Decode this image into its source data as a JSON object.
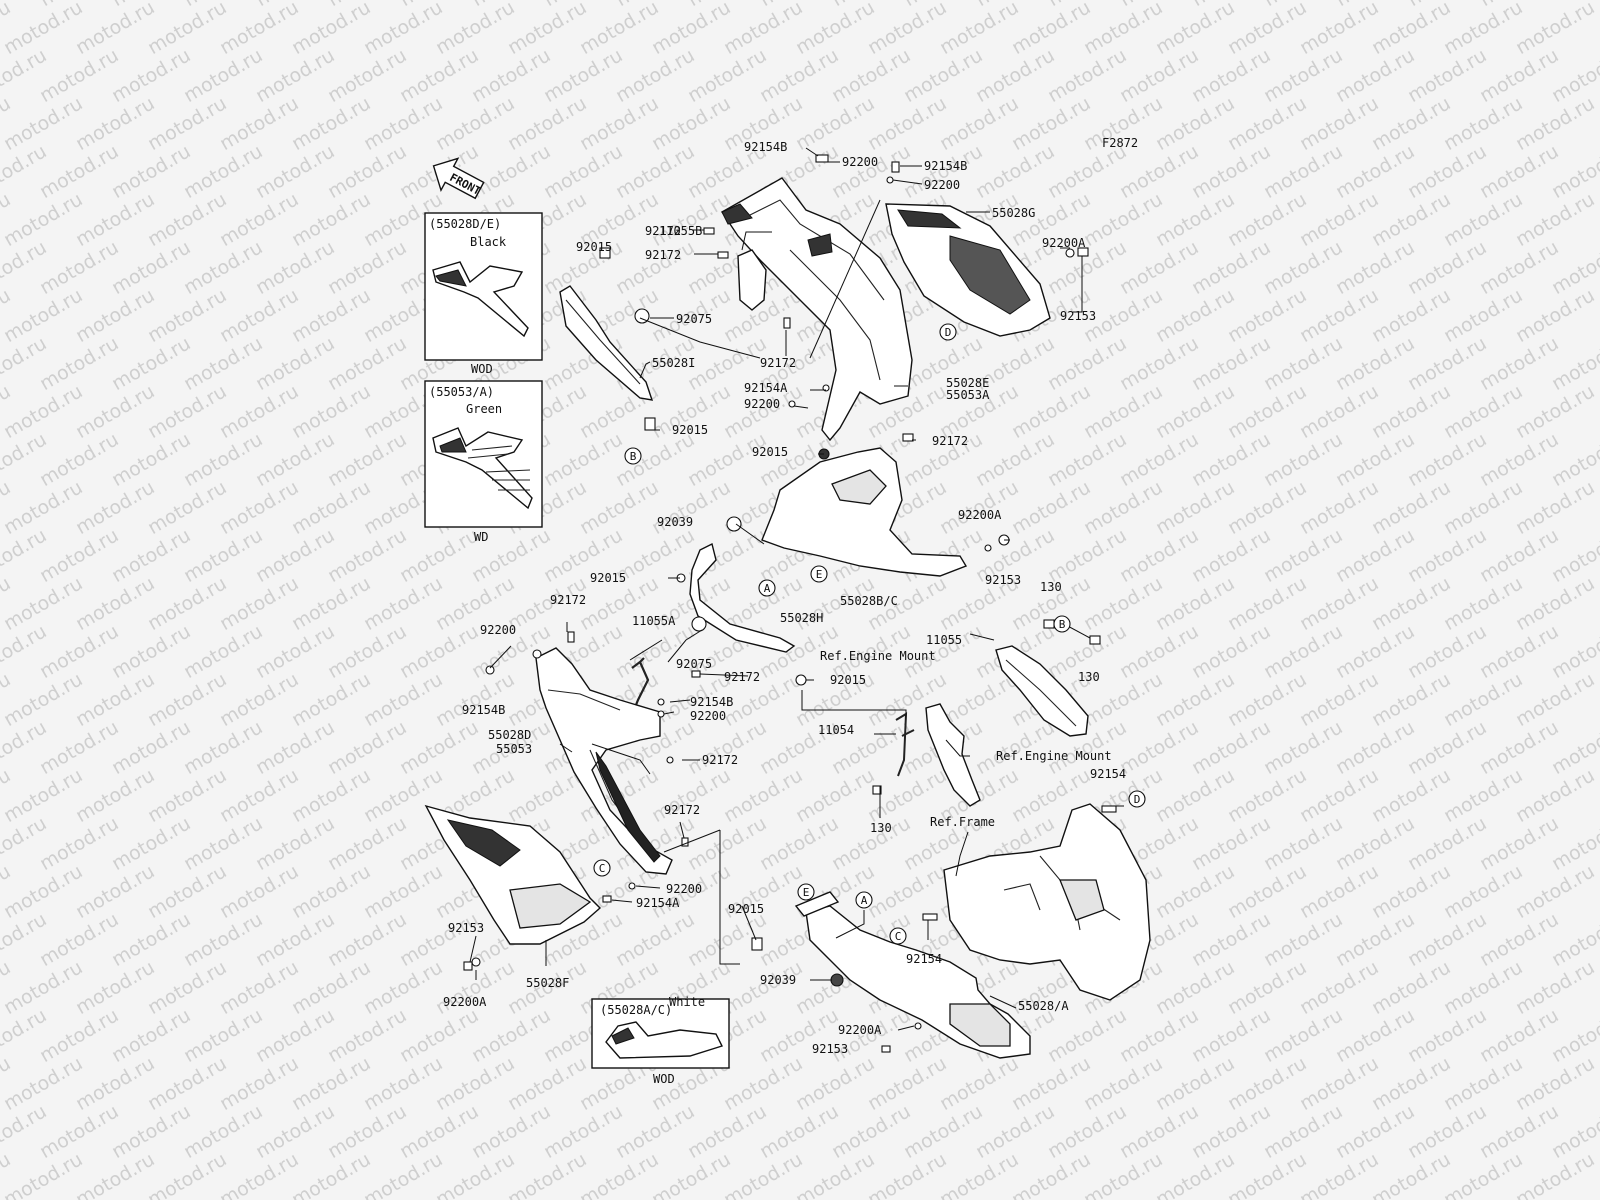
{
  "figure_code": "F2872",
  "front_arrow_label": "FRONT",
  "watermark_text": "motod.ru",
  "insets": {
    "black": {
      "part": "(55028D/E)",
      "color": "Black",
      "variant": "WOD"
    },
    "green": {
      "part": "(55053/A)",
      "color": "Green",
      "variant": "WD"
    },
    "white": {
      "part": "(55028A/C)",
      "color": "White",
      "variant": "WOD"
    }
  },
  "labels": {
    "l_92154B_top": "92154B",
    "l_92200_top": "92200",
    "l_92154B_top2": "92154B",
    "l_92200_top2": "92200",
    "l_55028G": "55028G",
    "l_92172_a": "92172",
    "l_11055B": "11055B",
    "l_92015_a": "92015",
    "l_92172_b": "92172",
    "l_92200A_a": "92200A",
    "l_92153_a": "92153",
    "l_92075_a": "92075",
    "l_55028I": "55028I",
    "l_92172_c": "92172",
    "l_92154A_a": "92154A",
    "l_55028E": "55028E",
    "l_55053A": "55053A",
    "l_92200_b": "92200",
    "l_92015_b": "92015",
    "l_92172_d": "92172",
    "l_92015_c": "92015",
    "l_92039_a": "92039",
    "l_92200A_b": "92200A",
    "l_92015_d": "92015",
    "l_92153_b": "92153",
    "l_55028BC": "55028B/C",
    "l_92172_e": "92172",
    "l_130_a": "130",
    "l_11055A": "11055A",
    "l_55028H": "55028H",
    "l_92200_c": "92200",
    "l_11055": "11055",
    "l_ref_engine_1": "Ref.Engine Mount",
    "l_130_b": "130",
    "l_92075_b": "92075",
    "l_92172_f": "92172",
    "l_92015_e": "92015",
    "l_92154B_b": "92154B",
    "l_92154B_c": "92154B",
    "l_92200_d": "92200",
    "l_11054": "11054",
    "l_55028D": "55028D",
    "l_55053": "55053",
    "l_92172_g": "92172",
    "l_ref_engine_2": "Ref.Engine Mount",
    "l_92154": "92154",
    "l_130_c": "130",
    "l_ref_frame": "Ref.Frame",
    "l_92172_h": "92172",
    "l_92200_e": "92200",
    "l_92154A_b": "92154A",
    "l_92015_f": "92015",
    "l_92153_c": "92153",
    "l_92154_b": "92154",
    "l_55028F": "55028F",
    "l_92200A_c": "92200A",
    "l_92039_b": "92039",
    "l_55028A": "55028/A",
    "l_92200A_d": "92200A",
    "l_92153_d": "92153"
  },
  "refs": {
    "A": "A",
    "B": "B",
    "C": "C",
    "D": "D",
    "E": "E"
  }
}
